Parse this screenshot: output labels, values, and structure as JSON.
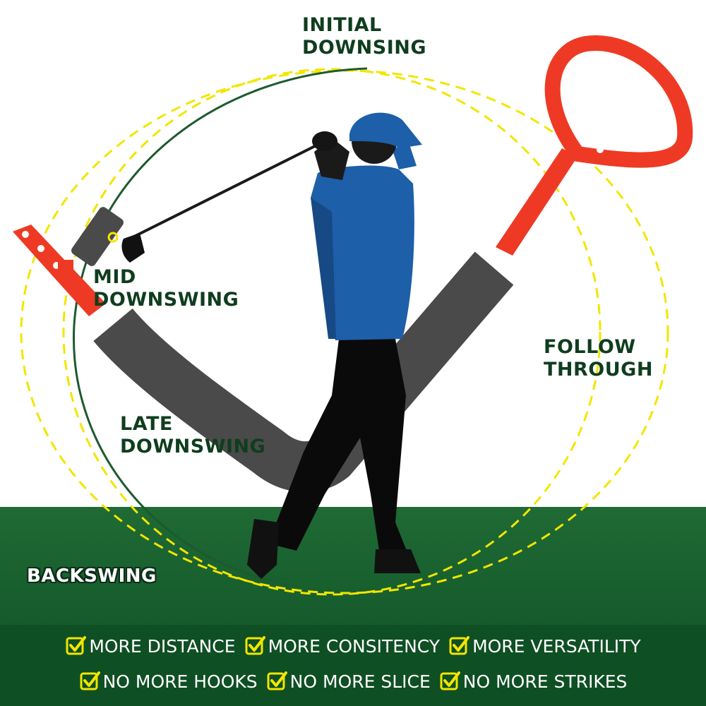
{
  "labels": {
    "initial": [
      "INITIAL",
      "DOWNSING"
    ],
    "mid": [
      "MID",
      "DOWNSWING"
    ],
    "late": [
      "LATE",
      "DOWNSWING"
    ],
    "follow": [
      "FOLLOW",
      "THROUGH"
    ],
    "backswing": "BACKSWING"
  },
  "features": {
    "row1": [
      "MORE DISTANCE",
      "MORE CONSITENCY",
      "MORE VERSATILITY"
    ],
    "row2": [
      "NO MORE HOOKS",
      "NO MORE SLICE",
      "NO MORE STRIKES"
    ]
  },
  "icons": {
    "check": "check-box-icon"
  },
  "colors": {
    "accent_yellow": "#f2e600",
    "grass_green": "#1a6330",
    "banner_green": "#0f4f24",
    "trainer_red": "#ee3a24",
    "foam_grey": "#4a4a4a",
    "shirt_blue": "#1d5fa8",
    "label_green": "#0f3d1e"
  }
}
